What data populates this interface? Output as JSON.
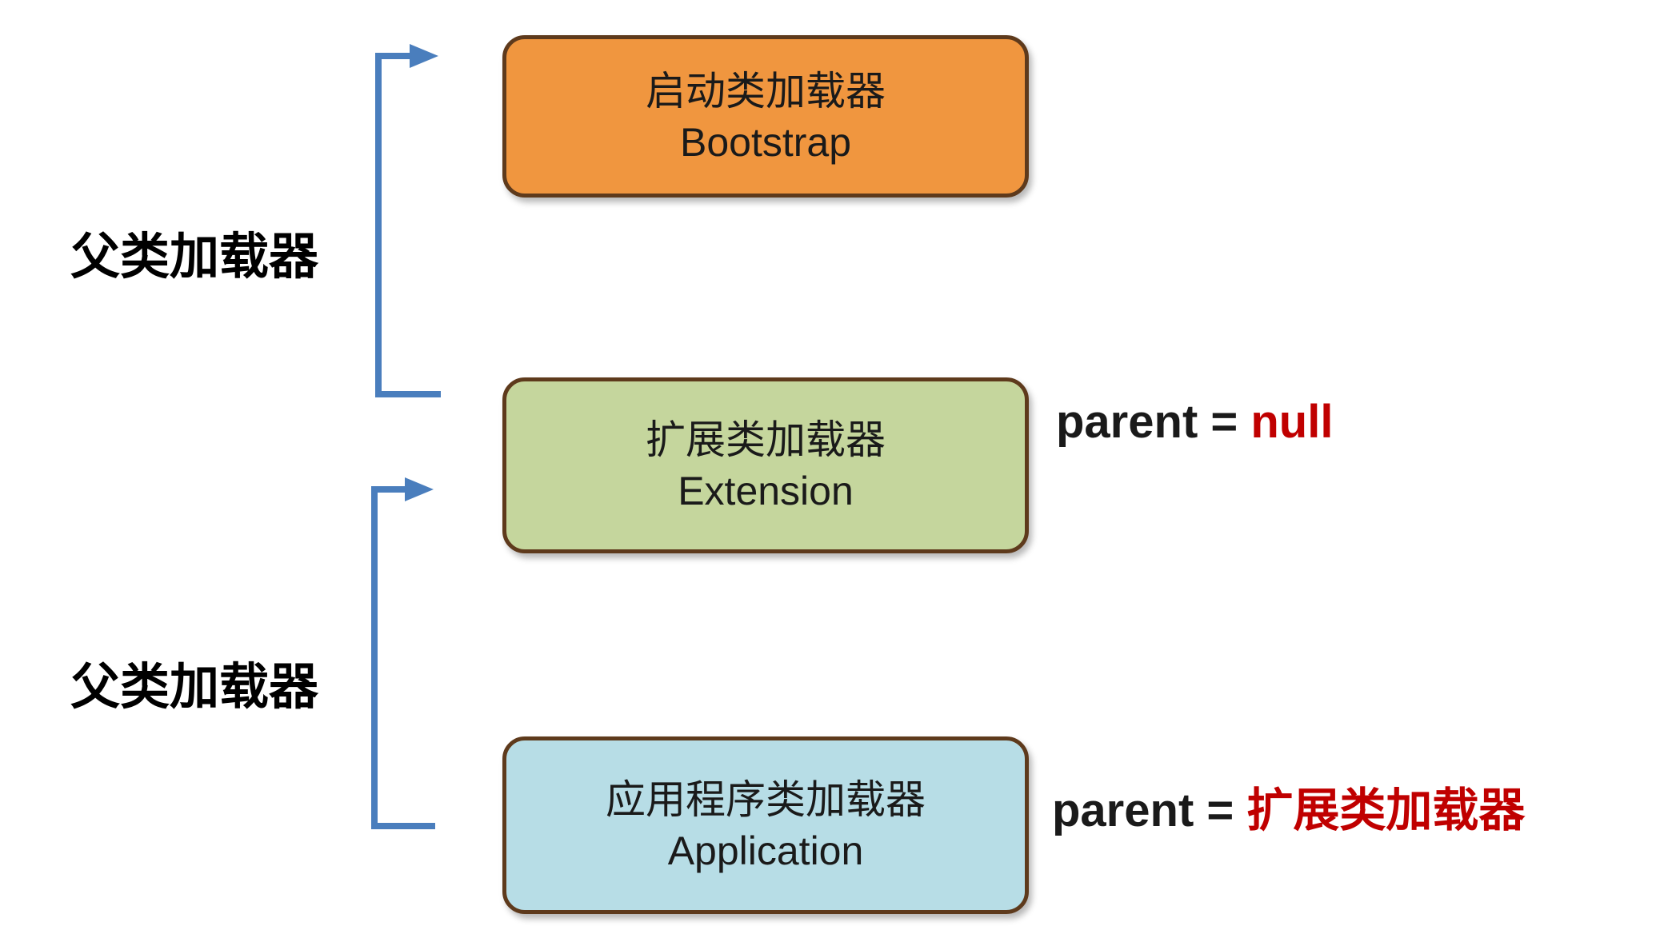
{
  "diagram": {
    "boxes": [
      {
        "id": "bootstrap",
        "line1": "启动类加载器",
        "line2": "Bootstrap",
        "fill": "#F0963F"
      },
      {
        "id": "extension",
        "line1": "扩展类加载器",
        "line2": "Extension",
        "fill": "#C5D69D"
      },
      {
        "id": "application",
        "line1": "应用程序类加载器",
        "line2": "Application",
        "fill": "#B7DDE6"
      }
    ],
    "left_labels": [
      {
        "text": "父类加载器"
      },
      {
        "text": "父类加载器"
      }
    ],
    "annotations": [
      {
        "prefix": "parent = ",
        "value": "null"
      },
      {
        "prefix": "parent = ",
        "value": "扩展类加载器"
      }
    ],
    "colors": {
      "arrow": "#4A7EBD",
      "border": "#5E3A1C",
      "red": "#C00000",
      "text": "#1A1A1A"
    }
  }
}
